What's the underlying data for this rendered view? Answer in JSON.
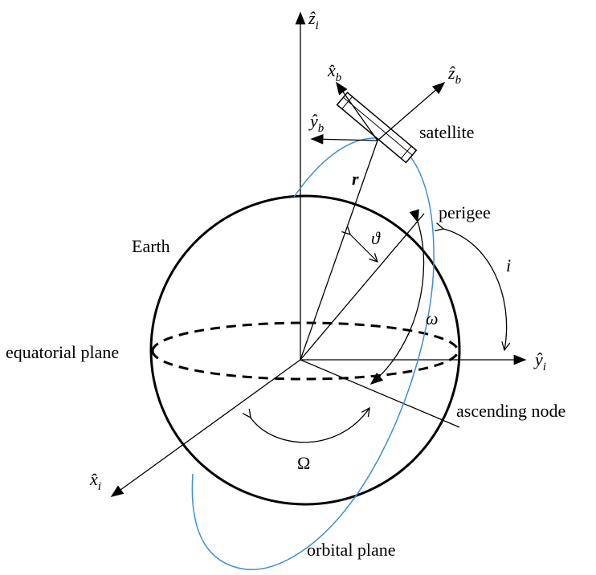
{
  "labels": {
    "z_i": "ẑ",
    "z_i_sub": "i",
    "y_i": "ŷ",
    "y_i_sub": "i",
    "x_i": "x̂",
    "x_i_sub": "i",
    "x_b": "x̂",
    "x_b_sub": "b",
    "z_b": "ẑ",
    "z_b_sub": "b",
    "y_b": "ŷ",
    "y_b_sub": "b",
    "satellite": "satellite",
    "r": "r",
    "perigee": "perigee",
    "theta": "ϑ",
    "earth": "Earth",
    "inclination": "i",
    "omega_small": "ω",
    "equatorial_plane": "equatorial plane",
    "ascending_node": "ascending node",
    "Omega": "Ω",
    "orbital_plane": "orbital plane"
  },
  "colors": {
    "orbit": "#3b8fd8",
    "ink": "#000000"
  }
}
